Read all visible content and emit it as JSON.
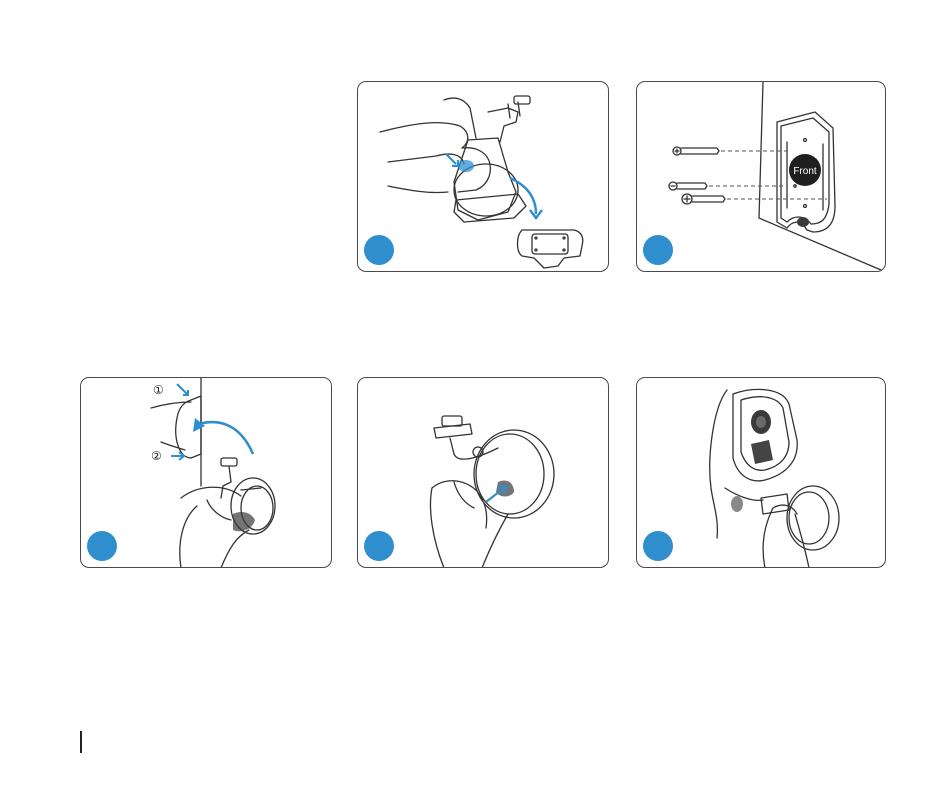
{
  "colors": {
    "accent": "#2f8fce",
    "line": "#333333",
    "panel_border": "#4a4a4a"
  },
  "panels": [
    {
      "id": "step-remove-mount",
      "icon": "hand-press-release-icon"
    },
    {
      "id": "step-screw-mount",
      "icon": "screws-mounting-plate-icon",
      "plate_label": "Front"
    },
    {
      "id": "step-attach-mount",
      "icon": "hand-attach-mount-icon",
      "markers": [
        "①",
        "②"
      ]
    },
    {
      "id": "step-adjust-mount",
      "icon": "hand-adjust-mount-icon"
    },
    {
      "id": "step-attach-camera",
      "icon": "hand-attach-camera-icon"
    }
  ]
}
